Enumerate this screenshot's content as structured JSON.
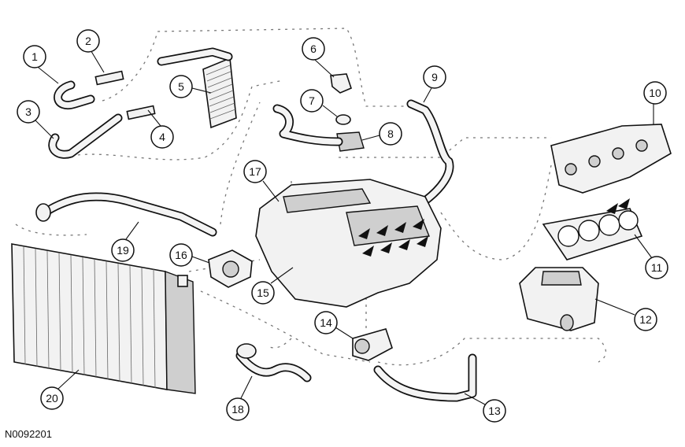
{
  "callouts": [
    {
      "number": "1"
    },
    {
      "number": "2"
    },
    {
      "number": "3"
    },
    {
      "number": "4"
    },
    {
      "number": "5"
    },
    {
      "number": "6"
    },
    {
      "number": "7"
    },
    {
      "number": "8"
    },
    {
      "number": "9"
    },
    {
      "number": "10"
    },
    {
      "number": "11"
    },
    {
      "number": "12"
    },
    {
      "number": "13"
    },
    {
      "number": "14"
    },
    {
      "number": "15"
    },
    {
      "number": "16"
    },
    {
      "number": "17"
    },
    {
      "number": "18"
    },
    {
      "number": "19"
    },
    {
      "number": "20"
    }
  ],
  "reference_code": "N0092201",
  "colors": {
    "line": "#111111",
    "part_fill": "#f2f2f2",
    "flow_path": "#777777"
  }
}
